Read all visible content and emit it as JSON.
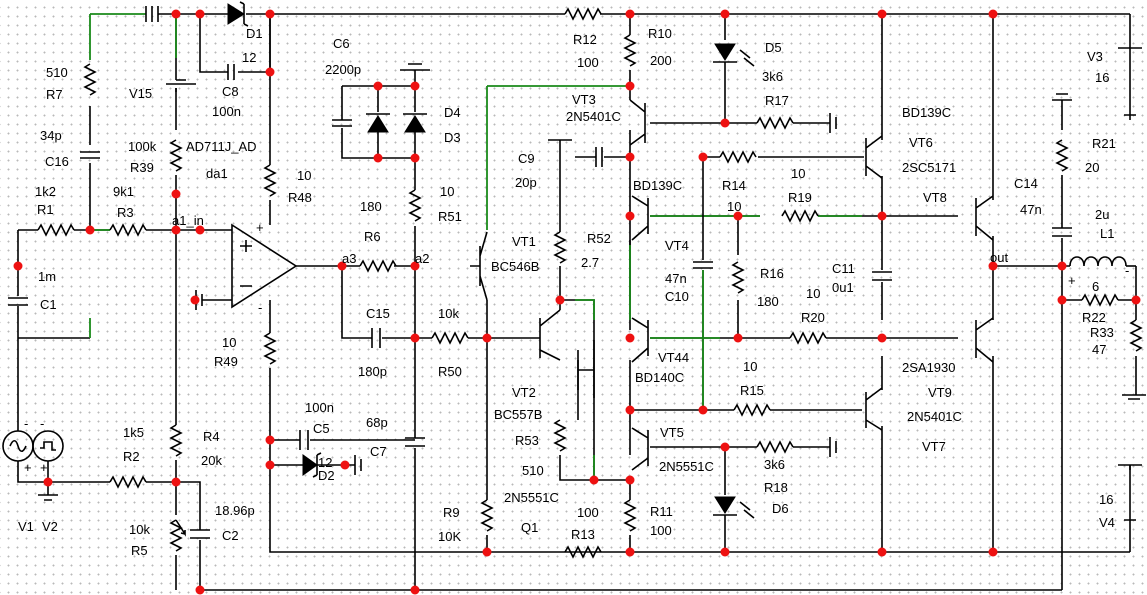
{
  "labels": {
    "D1": "D1",
    "c8_12": "12",
    "C8": "C8",
    "c8_val": "100n",
    "C6": "C6",
    "c6_val": "2200p",
    "D4": "D4",
    "D3": "D3",
    "R12": "R12",
    "r12_val": "100",
    "R10": "R10",
    "r10_val": "200",
    "D5": "D5",
    "d5_val": "3k6",
    "R17": "R17",
    "V3": "V3",
    "v3_val": "16",
    "r7_val": "510",
    "R7": "R7",
    "V15": "V15",
    "c16_val": "34p",
    "C16": "C16",
    "r39_val": "100k",
    "R39": "R39",
    "opamp": "AD711J_AD",
    "da1": "da1",
    "r48_val": "10",
    "R48": "R48",
    "VT3": "VT3",
    "vt3_type": "2N5401C",
    "C9": "C9",
    "c9_val": "20p",
    "bd139c_left": "BD139C",
    "R14": "R14",
    "r14_val": "10",
    "bd139c_right": "BD139C",
    "VT6": "VT6",
    "vt6_type": "2SC5171",
    "VT8": "VT8",
    "R21": "R21",
    "r21_val": "20",
    "C14": "C14",
    "c14_val": "47n",
    "l1_val": "2u",
    "L1": "L1",
    "r1_val": "1k2",
    "R1": "R1",
    "r3_val": "9k1",
    "R3": "R3",
    "a1_in": "a1_in",
    "r6_val": "180",
    "r51_val": "10",
    "R51": "R51",
    "R6": "R6",
    "a3": "a3",
    "a2": "a2",
    "VT1": "VT1",
    "vt1_type": "BC546B",
    "R52": "R52",
    "r52_val": "2.7",
    "r19_val": "10",
    "R19": "R19",
    "VT4": "VT4",
    "c10_val": "47n",
    "C10": "C10",
    "R16": "R16",
    "r16_val": "180",
    "C11": "C11",
    "c11_val": "0u1",
    "out": "out",
    "r22_val": "6",
    "R22": "R22",
    "R33": "R33",
    "r33_val": "47",
    "c1_val": "1m",
    "C1": "C1",
    "C15": "C15",
    "r50_val": "10k",
    "c15_val": "180p",
    "R50": "R50",
    "r20_val": "10",
    "R20": "R20",
    "r49_val": "10",
    "R49": "R49",
    "VT2": "VT2",
    "VT44": "VT44",
    "bd140c": "BD140C",
    "r15_val": "10",
    "R15": "R15",
    "sa1930": "2SA1930",
    "VT9": "VT9",
    "vt9_type": "2N5401C",
    "VT7": "VT7",
    "c5_val": "100n",
    "C5": "C5",
    "c7_val": "68p",
    "C7": "C7",
    "vt2_type": "BC557B",
    "VT5": "VT5",
    "r53": "R53",
    "r53_val": "510",
    "d2_12": "12",
    "D2": "D2",
    "r2_val": "1k5",
    "R2": "R2",
    "R4": "R4",
    "r4_val": "20k",
    "vt5_type": "2N5551C",
    "r18_val": "3k6",
    "R18": "R18",
    "D6": "D6",
    "v4_val": "16",
    "V4": "V4",
    "r5_val": "10k",
    "R5": "R5",
    "c2_val": "18.96p",
    "C2": "C2",
    "R9": "R9",
    "r9_val": "10K",
    "q1_type": "2N5551C",
    "Q1": "Q1",
    "r13_val": "100",
    "R13": "R13",
    "R11": "R11",
    "r11_val": "100",
    "V1": "V1",
    "V2": "V2",
    "plus": "+",
    "minus": "-"
  },
  "colors": {
    "wire": "#000000",
    "highlight_wire": "#1a8a1a",
    "junction": "#ee1111",
    "grid_dot": "#b9b9b9"
  }
}
